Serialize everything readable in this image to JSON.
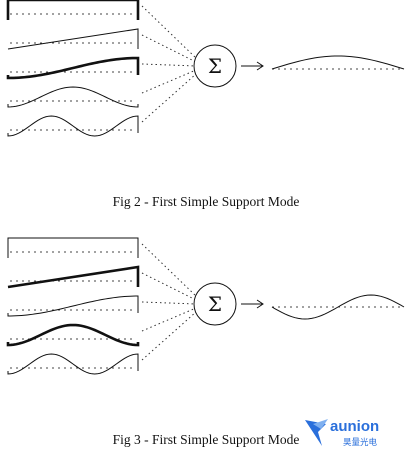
{
  "figures": [
    {
      "caption": "Fig 2 - First Simple Support Mode",
      "sum_symbol": "Σ",
      "inputs": [
        "rectangle",
        "ramp",
        "half-sine",
        "full-sine",
        "one-and-half-sine"
      ],
      "highlighted_inputs": [
        0,
        2
      ],
      "output": "half-sine"
    },
    {
      "caption": "Fig 3 - First Simple Support Mode",
      "sum_symbol": "Σ",
      "inputs": [
        "rectangle",
        "ramp",
        "half-sine",
        "full-sine",
        "one-and-half-sine"
      ],
      "highlighted_inputs": [
        1,
        3
      ],
      "output": "full-sine"
    }
  ],
  "logo": {
    "name": "aunion",
    "subtitle": "昊量光电",
    "color": "#2a6fdb"
  }
}
